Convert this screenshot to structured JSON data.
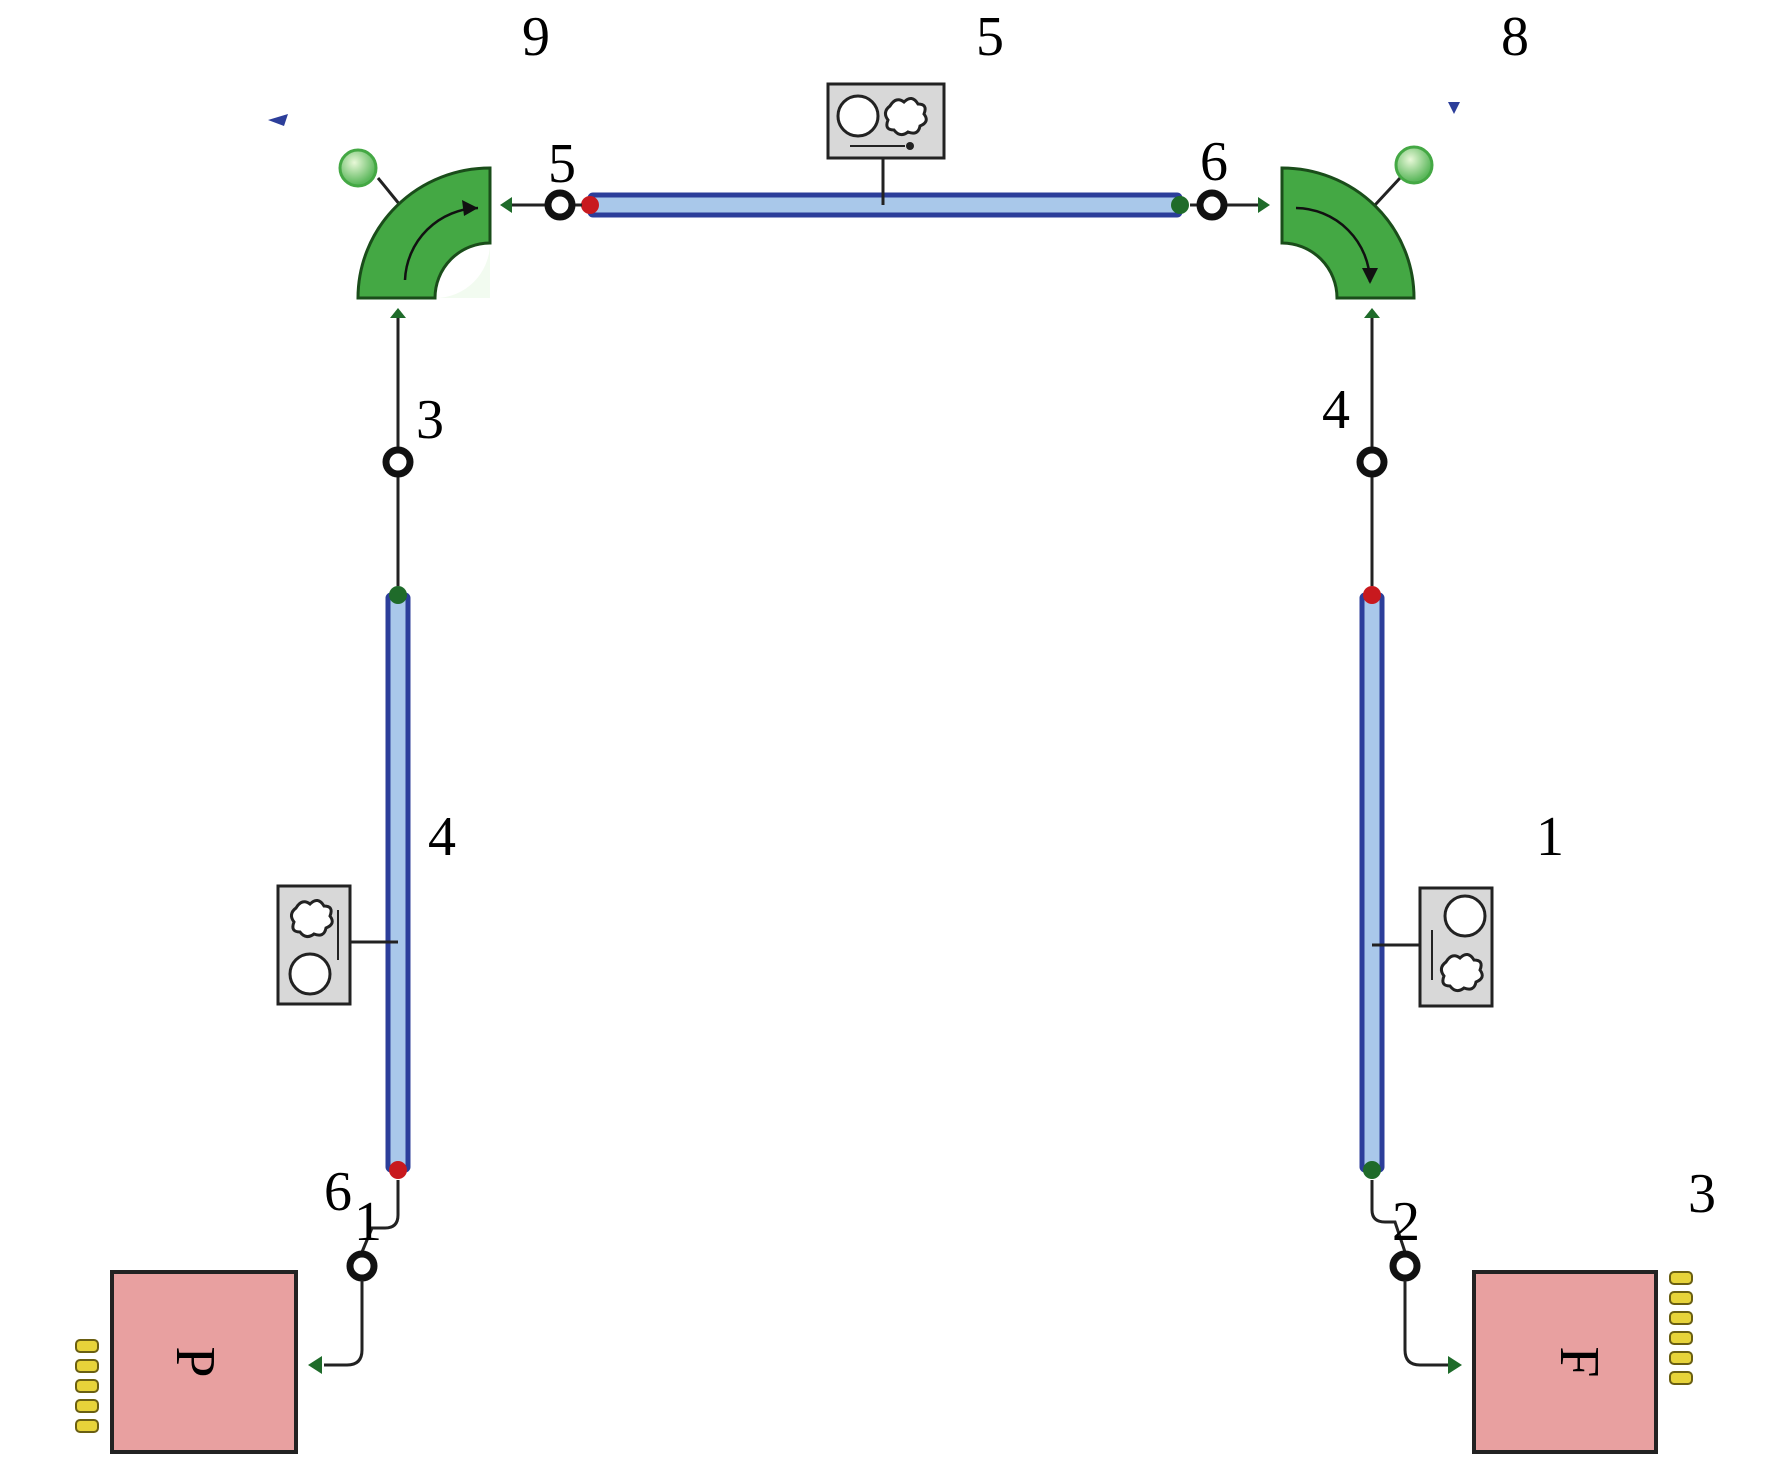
{
  "labels": {
    "top_left": "9",
    "top_mid": "5",
    "top_right": "8",
    "node_top_left": "5",
    "node_top_right": "6",
    "left_node_upper": "3",
    "right_node_upper": "4",
    "left_pipe": "4",
    "right_pipe": "1",
    "left_bottom_a": "6",
    "left_bottom_b": "1",
    "right_bottom": "2",
    "right_corner": "3"
  },
  "blocks": {
    "left": "P",
    "right": "F"
  },
  "colors": {
    "pipe_border": "#2c3e9a",
    "pipe_fill": "#a9c8ea",
    "elbow": "#44a844",
    "elbow_fill": "#f2fbf0",
    "block_fill": "#e8a0a0",
    "port_red": "#c8191e",
    "port_green": "#1f6b2a",
    "yellow": "#e7d33a"
  }
}
